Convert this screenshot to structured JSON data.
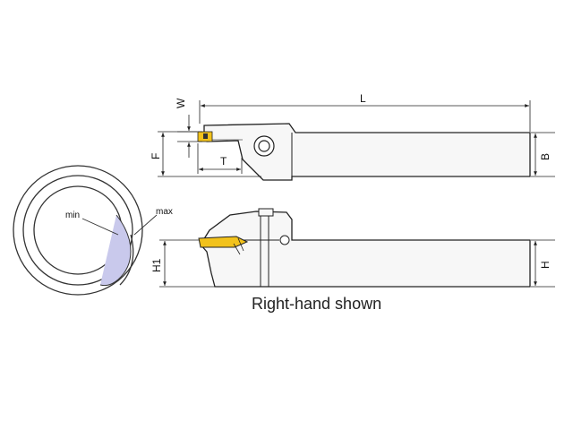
{
  "labels": {
    "L": "L",
    "W": "W",
    "F": "F",
    "T": "T",
    "B": "B",
    "H1": "H1",
    "H": "H",
    "min": "min",
    "max": "max"
  },
  "caption": "Right-hand shown",
  "colors": {
    "line": "#222222",
    "body_fill": "#f7f7f7",
    "insert": "#f2c21b",
    "groove_range": "#c9c9ec"
  }
}
